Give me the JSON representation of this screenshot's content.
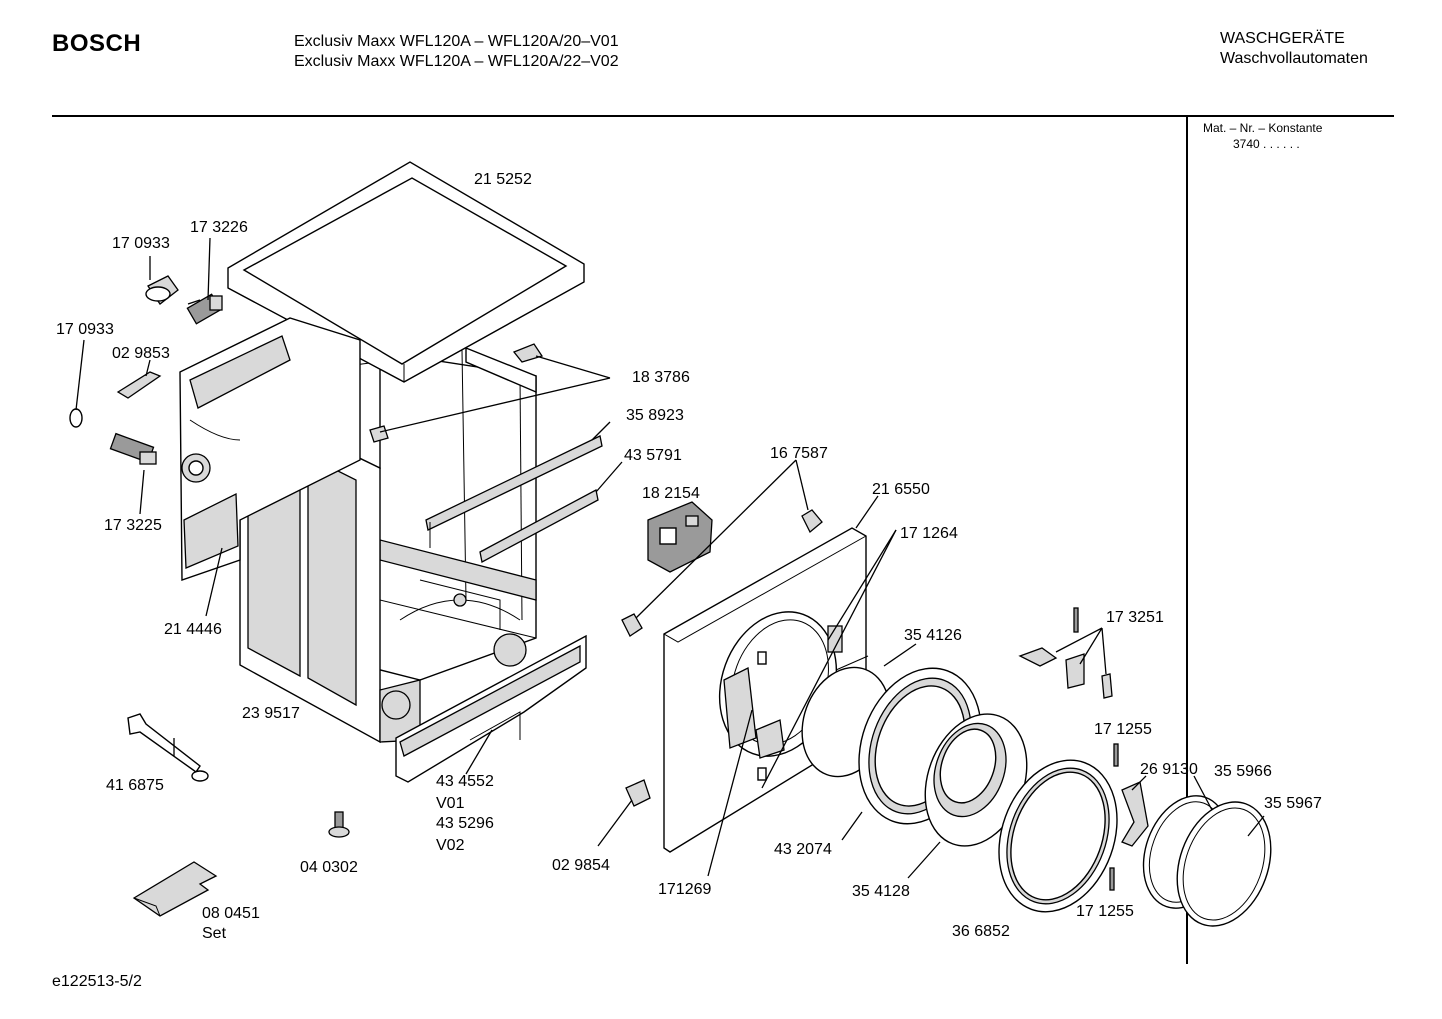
{
  "header": {
    "brand": "BOSCH",
    "model_lines": [
      "Exclusiv Maxx WFL120A – WFL120A/20–V01",
      "Exclusiv Maxx WFL120A – WFL120A/22–V02"
    ],
    "category_lines": [
      "WASCHGERÄTE",
      "Waschvollautomaten"
    ]
  },
  "sidebar": {
    "mat_label": "Mat. – Nr. – Konstante",
    "mat_value": "3740 .  .   .  .  .  ."
  },
  "footer": {
    "code": "e122513-5/2"
  },
  "labels": {
    "p215252": "21 5252",
    "p173226": "17 3226",
    "p170933a": "17 0933",
    "p170933b": "17 0933",
    "p029853": "02 9853",
    "p183786": "18 3786",
    "p358923": "35 8923",
    "p435791": "43 5791",
    "p167587": "16 7587",
    "p182154": "18 2154",
    "p216550": "21 6550",
    "p171264": "17 1264",
    "p173225": "17 3225",
    "p214446": "21 4446",
    "p354126": "35 4126",
    "p173251": "17 3251",
    "p239517": "23 9517",
    "p171255a": "17 1255",
    "p269130": "26 9130",
    "p355966": "35 5966",
    "p355967": "35 5967",
    "p416875": "41 6875",
    "p434552": "43 4552",
    "v01": "V01",
    "p435296": "43 5296",
    "v02": "V02",
    "p432074": "43 2074",
    "p029854": "02 9854",
    "p040302": "04 0302",
    "p171269": "171269",
    "p354128": "35 4128",
    "p171255b": "17 1255",
    "p366852": "36 6852",
    "p080451": "08 0451",
    "set": "Set"
  }
}
